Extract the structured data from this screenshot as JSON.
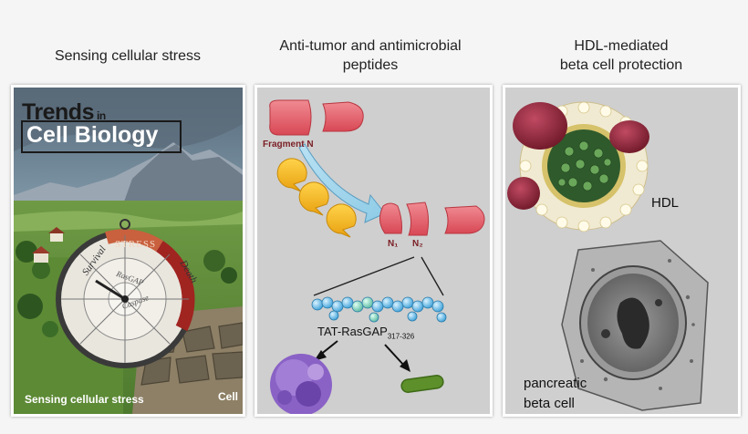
{
  "columns": [
    {
      "title": "Sensing cellular stress"
    },
    {
      "title_line1": "Anti-tumor and antimicrobial",
      "title_line2": "peptides"
    },
    {
      "title_line1": "HDL-mediated",
      "title_line2": "beta cell protection"
    }
  ],
  "cover": {
    "journal_top": "Trends",
    "journal_in": "in",
    "journal_main": "Cell Biology",
    "dial_survival": "Survival",
    "dial_stress": "STRESS",
    "dial_death": "Death",
    "dial_rasgap": "RasGAP",
    "dial_caspase": "Caspase",
    "caption": "Sensing cellular stress",
    "publisher": "Cell"
  },
  "peptides": {
    "fragment_label": "Fragment N",
    "n1_label": "N₁",
    "n2_label": "N₂",
    "peptide_label": "TAT-RasGAP",
    "peptide_sub": "317-326"
  },
  "hdl": {
    "hdl_label": "HDL",
    "cell_label_line1": "pancreatic",
    "cell_label_line2": "beta cell"
  }
}
